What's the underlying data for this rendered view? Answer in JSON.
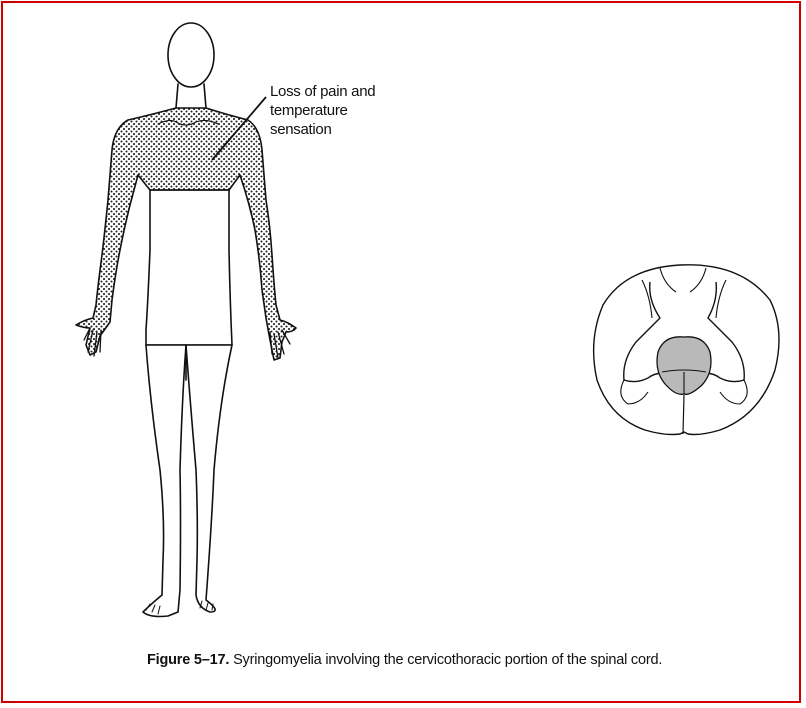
{
  "annotation": {
    "lines": [
      "Loss of pain and",
      "temperature",
      "sensation"
    ]
  },
  "caption": {
    "figure_number": "Figure 5–17.",
    "text": "Syringomyelia involving the cervicothoracic portion of the spinal cord."
  },
  "colors": {
    "frame": "#d00000",
    "ink": "#111111",
    "stipple": "#222222",
    "syrinx_fill": "#b9b9b9"
  }
}
